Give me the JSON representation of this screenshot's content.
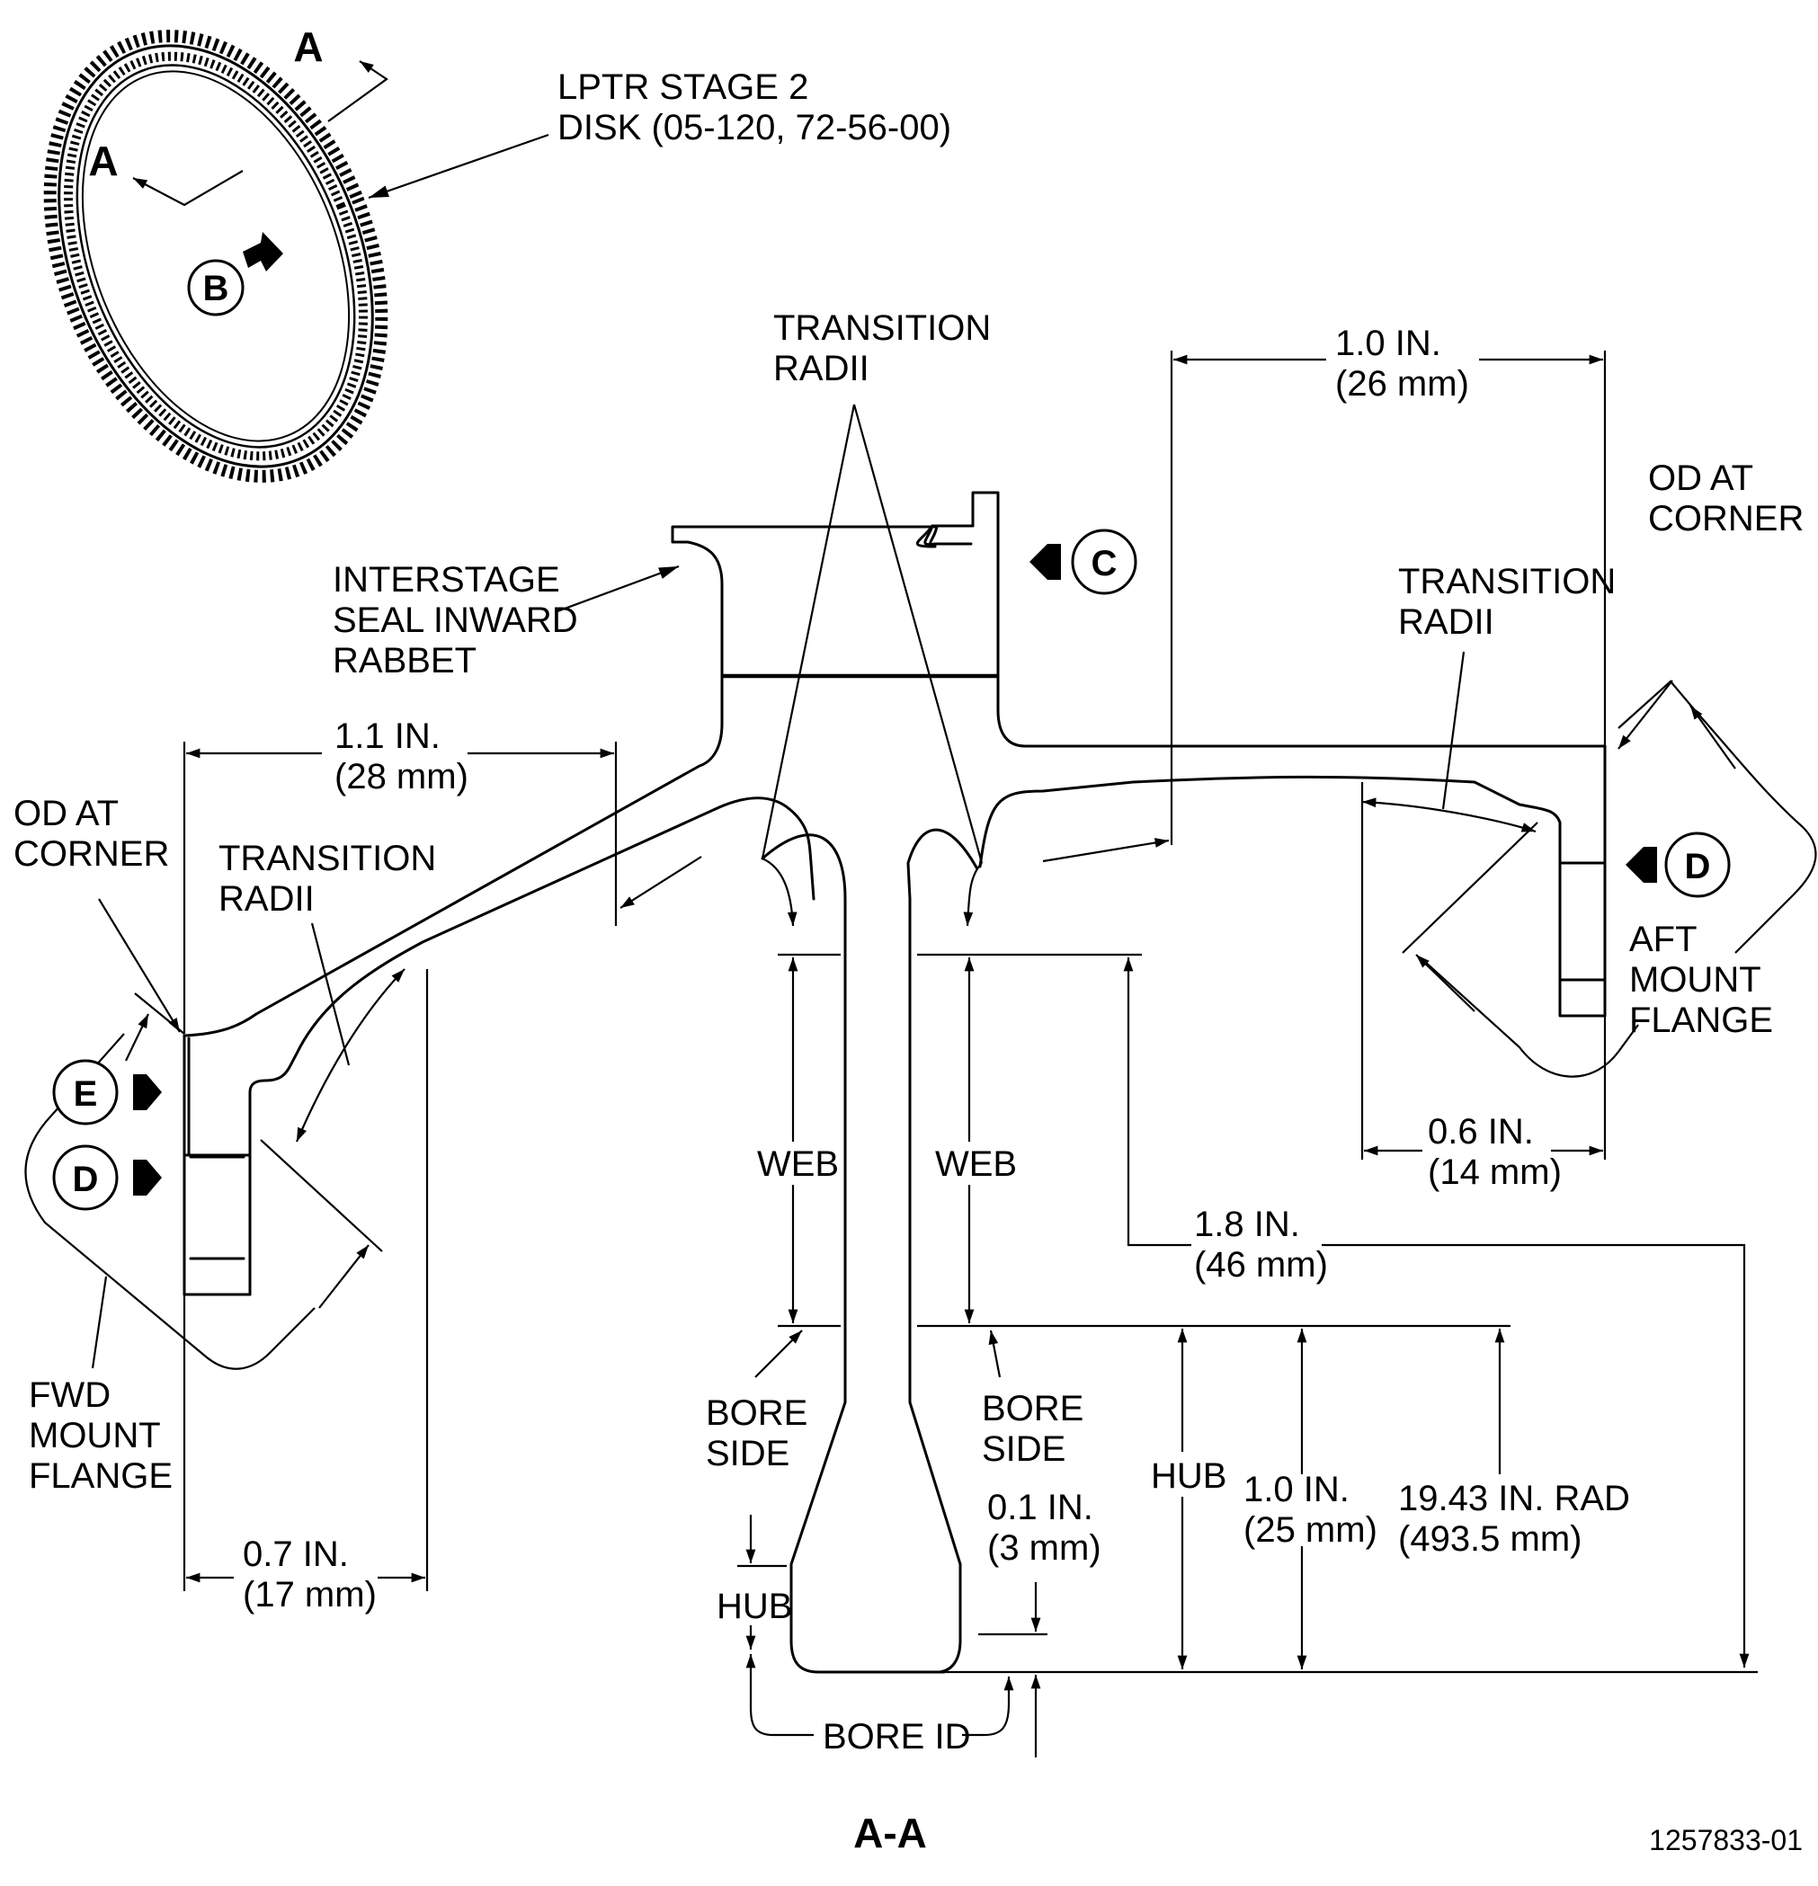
{
  "disk_label": {
    "line1": "LPTR STAGE 2",
    "line2": "DISK (05-120, 72-56-00)"
  },
  "section_letter": "A",
  "section_title": "A-A",
  "view_callouts": {
    "b": "B",
    "c": "C",
    "d": "D",
    "e": "E"
  },
  "transition_radii": {
    "line1": "TRANSITION",
    "line2": "RADII"
  },
  "interstage_seal": {
    "line1": "INTERSTAGE",
    "line2": "SEAL INWARD",
    "line3": "RABBET"
  },
  "od_at_corner": {
    "line1": "OD AT",
    "line2": "CORNER"
  },
  "fwd_mount_flange": {
    "line1": "FWD",
    "line2": "MOUNT",
    "line3": "FLANGE"
  },
  "aft_mount_flange": {
    "line1": "AFT",
    "line2": "MOUNT",
    "line3": "FLANGE"
  },
  "web_label": "WEB",
  "bore_side": {
    "line1": "BORE",
    "line2": "SIDE"
  },
  "hub_label": "HUB",
  "bore_id_label": "BORE ID",
  "dimensions": {
    "d_1_0_top": {
      "in": "1.0 IN.",
      "mm": "(26 mm)"
    },
    "d_1_1": {
      "in": "1.1 IN.",
      "mm": "(28 mm)"
    },
    "d_0_6": {
      "in": "0.6 IN.",
      "mm": "(14 mm)"
    },
    "d_1_8": {
      "in": "1.8 IN.",
      "mm": "(46 mm)"
    },
    "d_0_7": {
      "in": "0.7 IN.",
      "mm": "(17 mm)"
    },
    "d_0_1": {
      "in": "0.1 IN.",
      "mm": "(3 mm)"
    },
    "d_1_0_hub": {
      "in": "1.0 IN.",
      "mm": "(25 mm)"
    },
    "d_radius": {
      "in": "19.43 IN. RAD",
      "mm": "(493.5 mm)"
    }
  },
  "figure_number": "1257833-01"
}
